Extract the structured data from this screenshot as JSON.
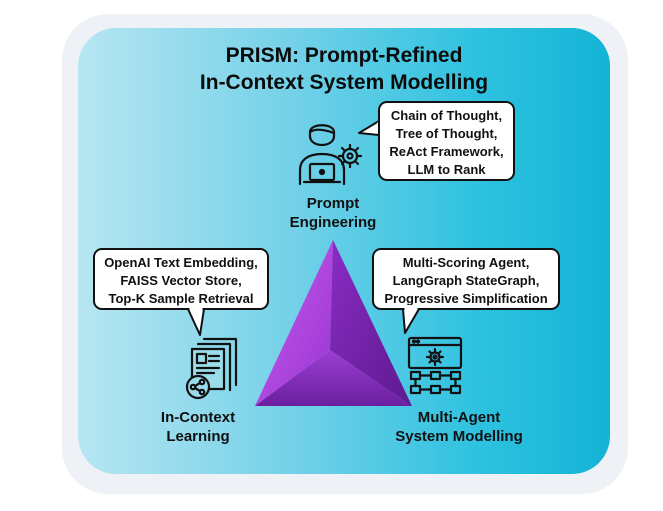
{
  "title": {
    "line1": "PRISM:  Prompt-Refined",
    "line2": "In-Context System Modelling"
  },
  "prompt_engineering": {
    "label_line1": "Prompt",
    "label_line2": "Engineering",
    "bubble": [
      "Chain of Thought,",
      "Tree of Thought,",
      "ReAct Framework,",
      "LLM to Rank"
    ],
    "icon": "person-laptop-gear-icon"
  },
  "in_context_learning": {
    "label_line1": "In-Context",
    "label_line2": "Learning",
    "bubble": [
      "OpenAI Text Embedding,",
      "FAISS Vector Store,",
      "Top-K Sample Retrieval"
    ],
    "icon": "document-share-icon"
  },
  "multi_agent": {
    "label_line1": "Multi-Agent",
    "label_line2": "System Modelling",
    "bubble": [
      "Multi-Scoring Agent,",
      "LangGraph StateGraph,",
      "Progressive Simplification"
    ],
    "icon": "window-gear-flowchart-icon"
  },
  "colors": {
    "gradient_light": "#b7e6f2",
    "gradient_dark": "#14b3d6",
    "pyramid_light": "#b64ee0",
    "pyramid_dark": "#6a1b9a"
  }
}
